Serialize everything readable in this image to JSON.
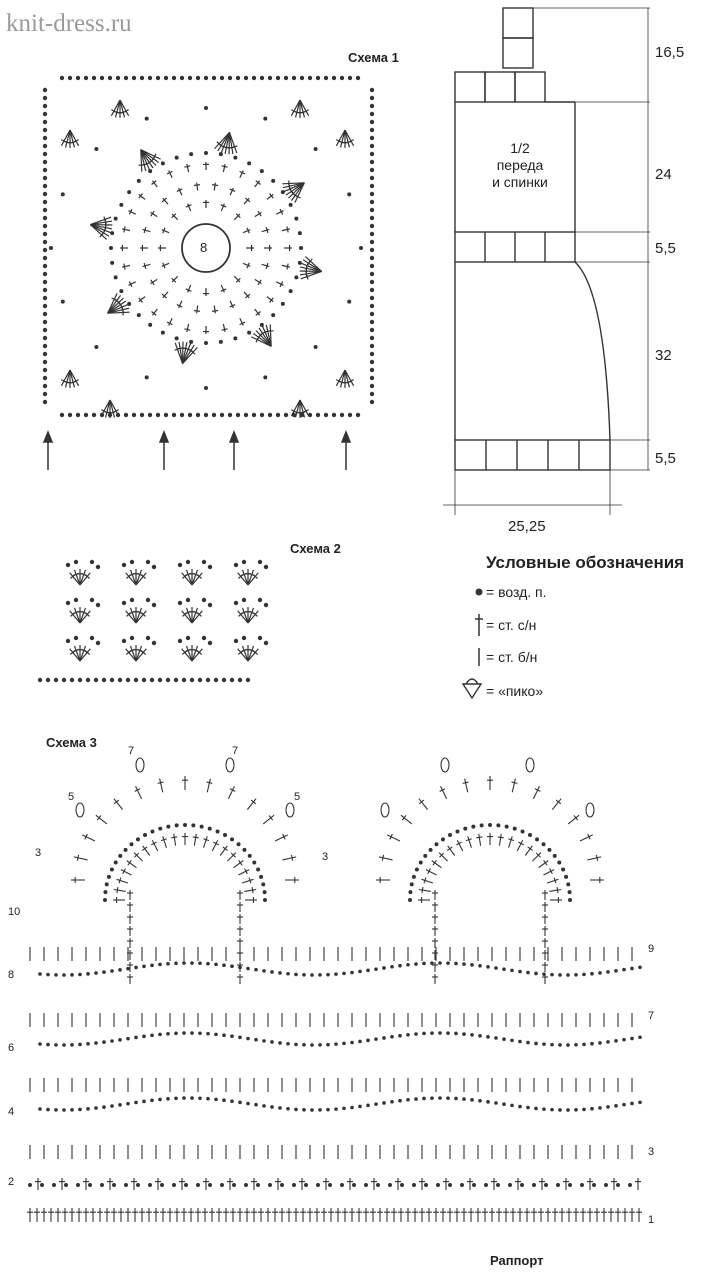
{
  "site": "knit-dress.ru",
  "schemes": {
    "s1": "Схема 1",
    "s2": "Схема 2",
    "s3": "Схема 3"
  },
  "motif_center": "8",
  "pattern": {
    "label_line1": "1/2",
    "label_line2": "переда",
    "label_line3": "и спинки",
    "dims_right": [
      "16,5",
      "24",
      "5,5",
      "32",
      "5,5"
    ],
    "dim_bottom": "25,25"
  },
  "legend": {
    "title": "Условные обозначения",
    "items": [
      {
        "symbol": "dot-icon",
        "text": "= возд. п."
      },
      {
        "symbol": "cross-stitch-icon",
        "text": "= ст. с/н"
      },
      {
        "symbol": "bar-stitch-icon",
        "text": "= ст. б/н"
      },
      {
        "symbol": "picot-icon",
        "text": "= «пико»"
      }
    ]
  },
  "scheme3": {
    "left_rows": [
      "10",
      "8",
      "6",
      "4",
      "2"
    ],
    "right_rows": [
      "9",
      "7",
      "3",
      "1"
    ],
    "petal_numbers": [
      "7",
      "7",
      "5",
      "5",
      "3",
      "3"
    ],
    "repeat_label": "Раппорт"
  }
}
